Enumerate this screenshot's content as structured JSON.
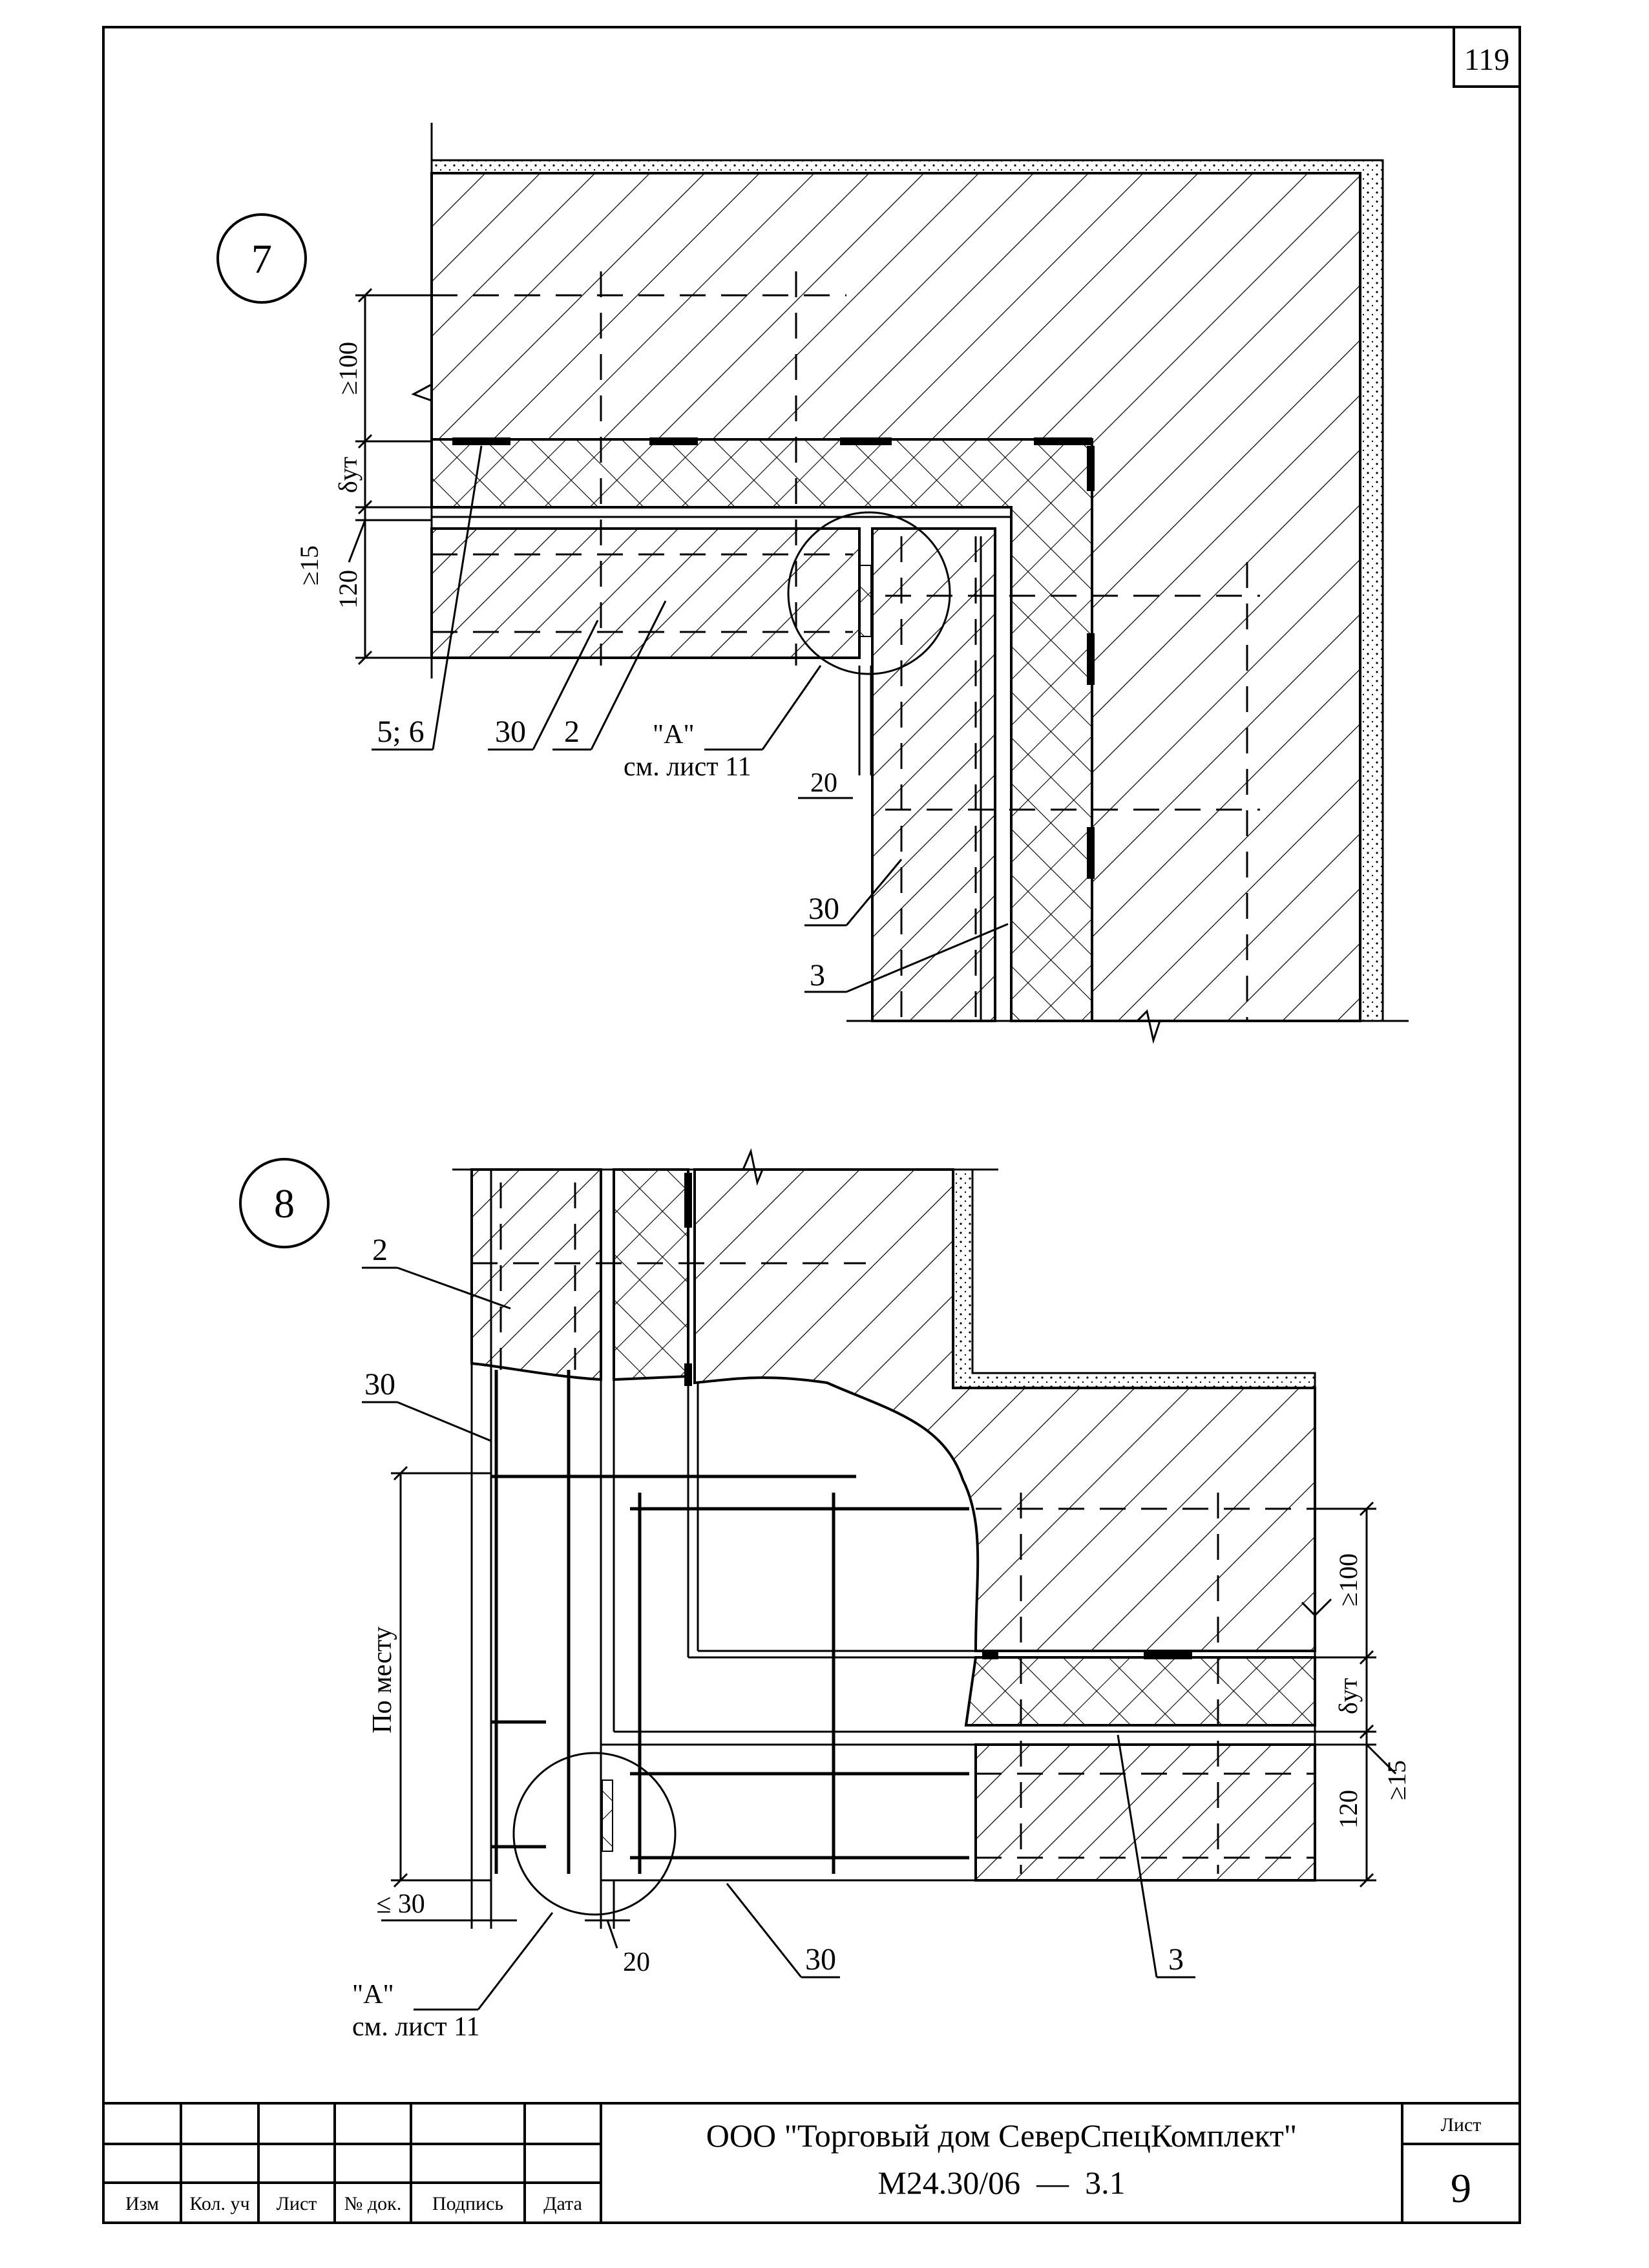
{
  "sheet": {
    "corner_number": "119",
    "sheet_label": "Лист",
    "sheet_number": "9",
    "company": "ООО \"Торговый дом СеверСпецКомплект\"",
    "doc_code": "М24.30/06  —  3.1"
  },
  "stamp_headers": [
    "Изм",
    "Кол. уч",
    "Лист",
    "№ док.",
    "Подпись",
    "Дата"
  ],
  "detail7": {
    "number": "7",
    "dims": [
      "≥100",
      "δут",
      "≥15",
      "120",
      "20"
    ],
    "callouts": [
      "5; 6",
      "30",
      "2",
      "30",
      "3"
    ],
    "ref_a": "\"А\"",
    "ref_sheet": "см. лист 11"
  },
  "detail8": {
    "number": "8",
    "dims": [
      "≥100",
      "δут",
      "≥15",
      "120",
      "≤ 30",
      "20",
      "По месту"
    ],
    "callouts": [
      "2",
      "30",
      "30",
      "3"
    ],
    "ref_a": "\"А\"",
    "ref_sheet": "см. лист 11"
  }
}
